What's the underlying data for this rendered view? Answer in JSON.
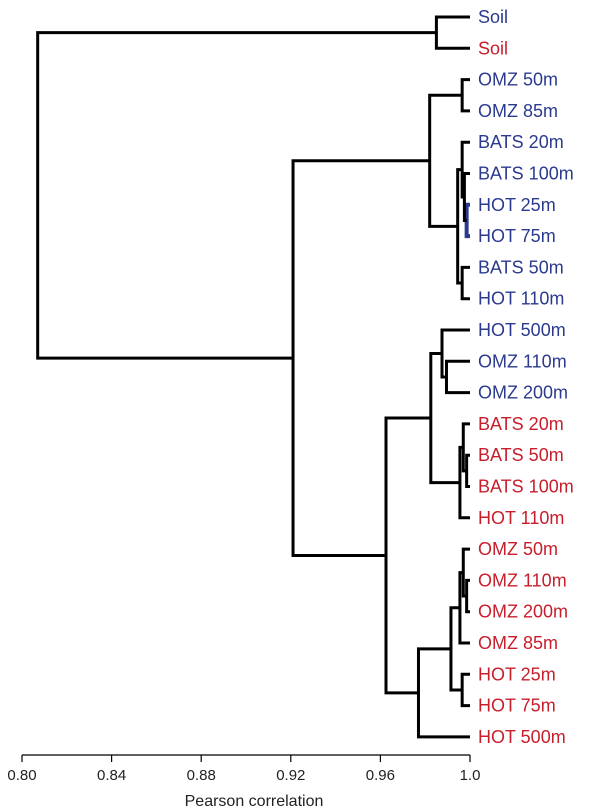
{
  "chart_data": {
    "type": "dendrogram",
    "title": "",
    "xlabel": "Pearson correlation",
    "xlim": [
      0.8,
      1.0
    ],
    "xticks": [
      0.8,
      0.84,
      0.88,
      0.92,
      0.96,
      1.0
    ],
    "xtick_labels": [
      "0.80",
      "0.84",
      "0.88",
      "0.92",
      "0.96",
      "1.0"
    ],
    "colors": {
      "blue": "#2b3a8f",
      "red": "#c81e2b",
      "line": "#000000"
    },
    "leaves": [
      {
        "label": "Soil",
        "color": "blue"
      },
      {
        "label": "Soil",
        "color": "red"
      },
      {
        "label": "OMZ 50m",
        "color": "blue"
      },
      {
        "label": "OMZ 85m",
        "color": "blue"
      },
      {
        "label": "BATS 20m",
        "color": "blue"
      },
      {
        "label": "BATS 100m",
        "color": "blue"
      },
      {
        "label": "HOT 25m",
        "color": "blue"
      },
      {
        "label": "HOT 75m",
        "color": "blue"
      },
      {
        "label": "BATS 50m",
        "color": "blue"
      },
      {
        "label": "HOT 110m",
        "color": "blue"
      },
      {
        "label": "HOT 500m",
        "color": "blue"
      },
      {
        "label": "OMZ 110m",
        "color": "blue"
      },
      {
        "label": "OMZ 200m",
        "color": "blue"
      },
      {
        "label": "BATS 20m",
        "color": "red"
      },
      {
        "label": "BATS 50m",
        "color": "red"
      },
      {
        "label": "BATS 100m",
        "color": "red"
      },
      {
        "label": "HOT 110m",
        "color": "red"
      },
      {
        "label": "OMZ 50m",
        "color": "red"
      },
      {
        "label": "OMZ 110m",
        "color": "red"
      },
      {
        "label": "OMZ 200m",
        "color": "red"
      },
      {
        "label": "OMZ 85m",
        "color": "red"
      },
      {
        "label": "HOT 25m",
        "color": "red"
      },
      {
        "label": "HOT 75m",
        "color": "red"
      },
      {
        "label": "HOT 500m",
        "color": "red"
      }
    ],
    "merges": [
      {
        "a": 0,
        "b": 1,
        "height": 0.985
      },
      {
        "a": 2,
        "b": 3,
        "height": 0.9965
      },
      {
        "a": 6,
        "b": 7,
        "height": 0.9985,
        "color": "blue"
      },
      {
        "a": 5,
        "b": -3,
        "height": 0.9975
      },
      {
        "a": 4,
        "b": -4,
        "height": 0.9965
      },
      {
        "a": 8,
        "b": 9,
        "height": 0.9965
      },
      {
        "a": -5,
        "b": -6,
        "height": 0.9945
      },
      {
        "a": -2,
        "b": -7,
        "height": 0.982
      },
      {
        "a": 11,
        "b": 12,
        "height": 0.9895
      },
      {
        "a": 10,
        "b": -9,
        "height": 0.9875
      },
      {
        "a": 14,
        "b": 15,
        "height": 0.9985
      },
      {
        "a": 13,
        "b": -11,
        "height": 0.997
      },
      {
        "a": -12,
        "b": 16,
        "height": 0.9955
      },
      {
        "a": -10,
        "b": -13,
        "height": 0.9825
      },
      {
        "a": 18,
        "b": 19,
        "height": 0.9985
      },
      {
        "a": 17,
        "b": -15,
        "height": 0.997
      },
      {
        "a": -16,
        "b": 20,
        "height": 0.9955
      },
      {
        "a": 21,
        "b": 22,
        "height": 0.9965
      },
      {
        "a": -17,
        "b": -18,
        "height": 0.9915
      },
      {
        "a": -19,
        "b": 23,
        "height": 0.977
      },
      {
        "a": -14,
        "b": -20,
        "height": 0.9625
      },
      {
        "a": -8,
        "b": -21,
        "height": 0.921
      },
      {
        "a": -1,
        "b": -22,
        "height": 0.807
      }
    ]
  }
}
